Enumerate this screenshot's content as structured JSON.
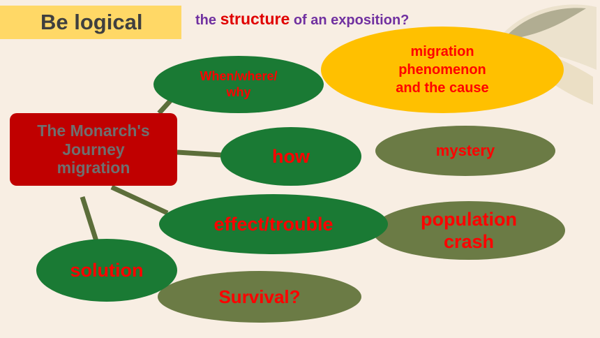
{
  "header": {
    "title": "Be logical",
    "subtitle_pre": "the ",
    "subtitle_highlight": "structure",
    "subtitle_post": " of an exposition?"
  },
  "nodes": {
    "center": "The Monarch's Journey migration",
    "when_where_why": "When/where/ why",
    "how": "how",
    "effect_trouble": "effect/trouble",
    "solution": "solution",
    "phenomenon": "migration phenomenon and the cause",
    "mystery": "mystery",
    "population_crash": "population crash",
    "survival": "Survival?"
  },
  "colors": {
    "title_bg": "#ffd866",
    "center_bg": "#c00000",
    "branch_green": "#1a7a34",
    "detail_olive": "#6b7b45",
    "detail_yellow": "#ffc000",
    "node_text": "#ff0000",
    "subtitle_text": "#7030a0",
    "connector": "#5c6e3a"
  }
}
